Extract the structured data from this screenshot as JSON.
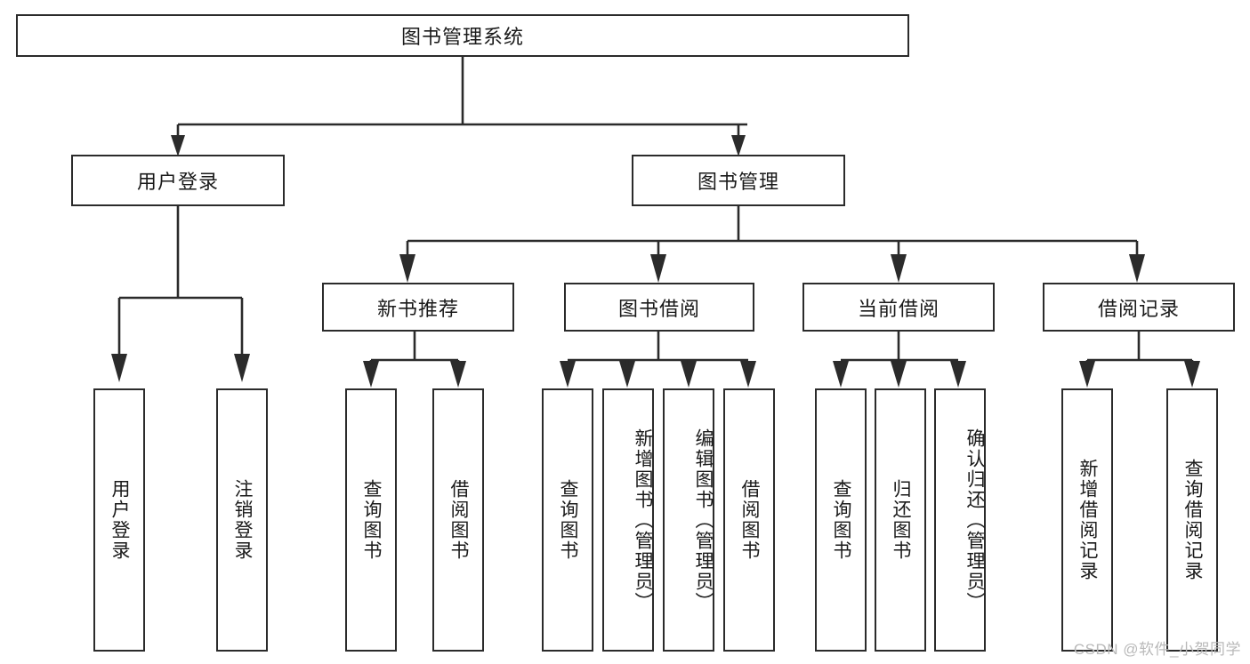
{
  "diagram": {
    "type": "tree-hierarchy-diagram",
    "title": "图书管理系统",
    "orientation": "top-down",
    "colors": {
      "box_border": "#2b2b2b",
      "box_fill": "#ffffff",
      "connector": "#2b2b2b",
      "text": "#1a1a1a",
      "watermark": "#b9b9b9",
      "background": "#ffffff"
    }
  },
  "root": {
    "label": "图书管理系统"
  },
  "level2": [
    {
      "label": "用户登录"
    },
    {
      "label": "图书管理"
    }
  ],
  "level3": [
    {
      "label": "新书推荐"
    },
    {
      "label": "图书借阅"
    },
    {
      "label": "当前借阅"
    },
    {
      "label": "借阅记录"
    }
  ],
  "leaves": {
    "user_login": [
      {
        "label": "用户登录"
      },
      {
        "label": "注销登录"
      }
    ],
    "new_book_recommend": [
      {
        "label": "查询图书"
      },
      {
        "label": "借阅图书"
      }
    ],
    "book_borrow": [
      {
        "label": "查询图书"
      },
      {
        "label": "新增图书（管理员）"
      },
      {
        "label": "编辑图书（管理员）"
      },
      {
        "label": "借阅图书"
      }
    ],
    "current_borrow": [
      {
        "label": "查询图书"
      },
      {
        "label": "归还图书"
      },
      {
        "label": "确认归还（管理员）"
      }
    ],
    "borrow_record": [
      {
        "label": "新增借阅记录"
      },
      {
        "label": "查询借阅记录"
      }
    ]
  },
  "watermark": {
    "text": "CSDN @软件_小贺同学"
  }
}
